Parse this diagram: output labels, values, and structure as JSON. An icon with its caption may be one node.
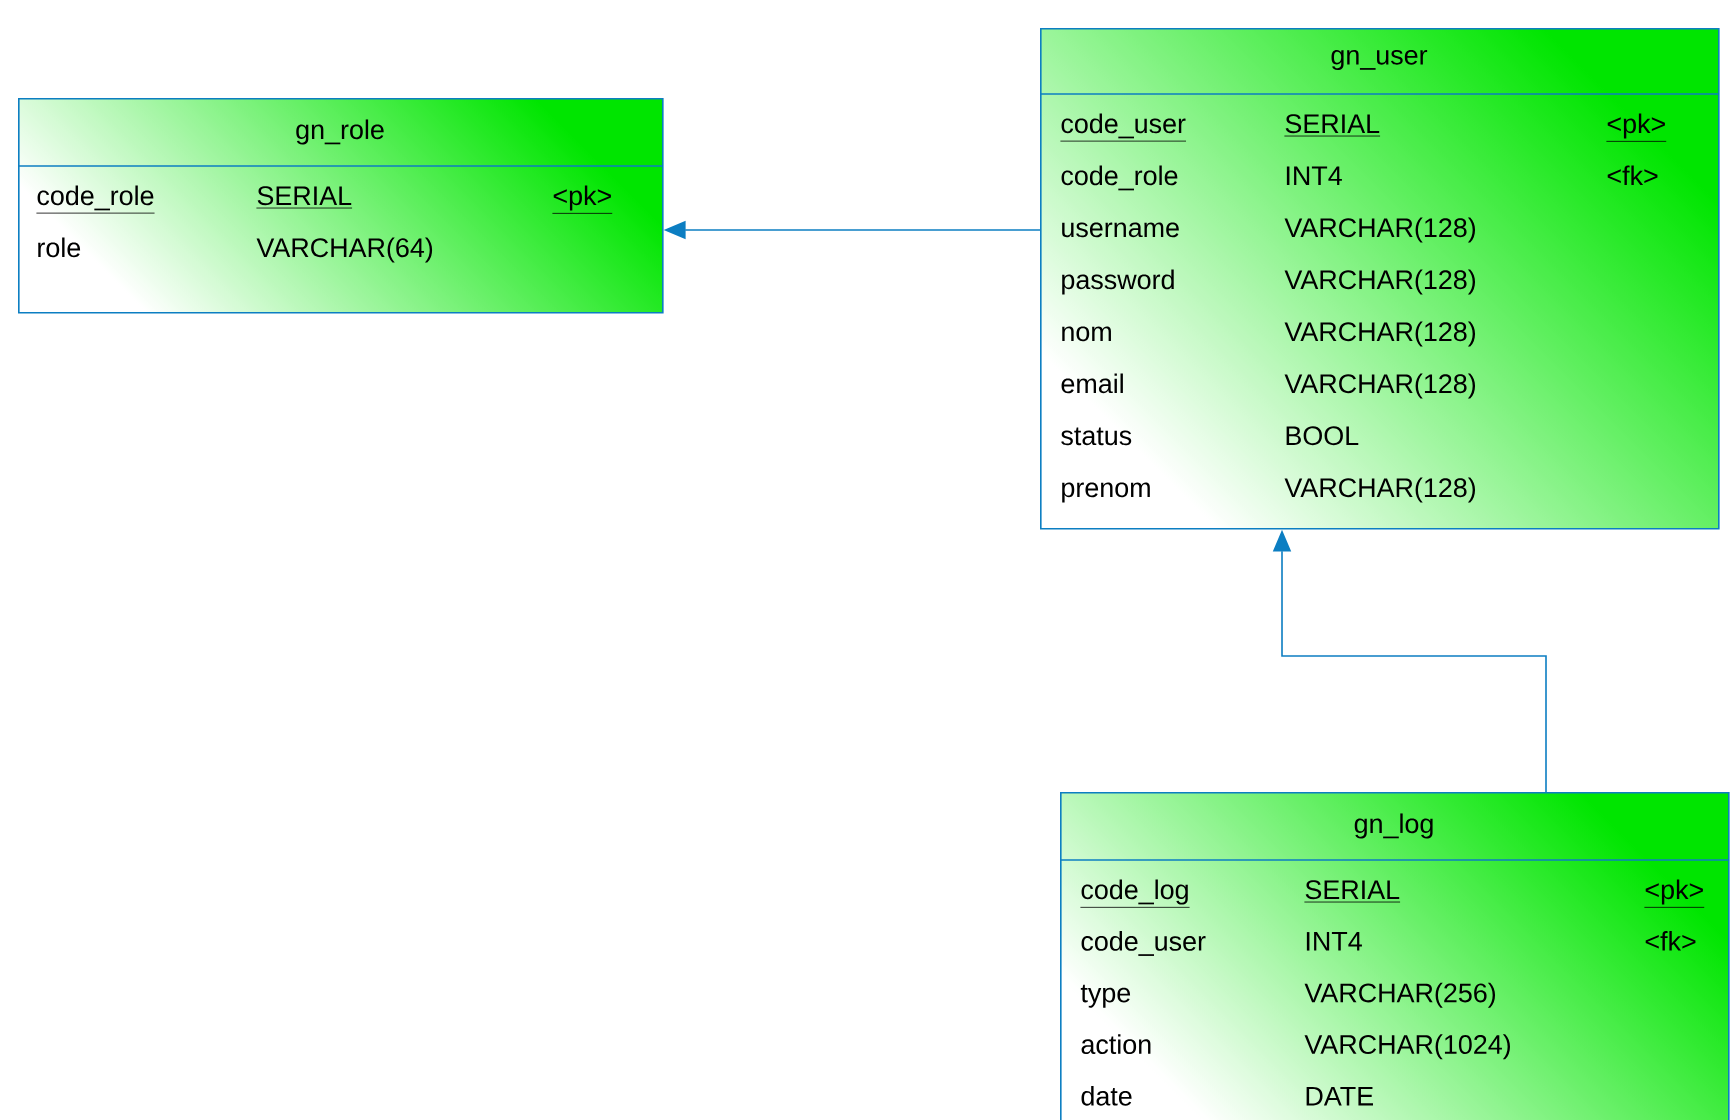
{
  "diagram": {
    "nodes": [
      {
        "text": [
          "gn_role",
          "code_role",
          "SERIAL",
          "<pk>",
          "role",
          "VARCHAR(64)"
        ]
      },
      {
        "text": [
          "gn_user",
          "code_user",
          "SERIAL",
          "<pk>",
          "code_role",
          "INT4",
          "<fk>",
          "username",
          "VARCHAR(128)",
          "password",
          "VARCHAR(128)",
          "nom",
          "VARCHAR(128)",
          "email",
          "VARCHAR(128)",
          "status",
          "BOOL",
          "prenom",
          "VARCHAR(128)"
        ]
      },
      {
        "text": [
          "gn_log",
          "code_log",
          "SERIAL",
          "<pk>",
          "code_user",
          "INT4",
          "<fk>",
          "type",
          "VARCHAR(256)",
          "action",
          "VARCHAR(1024)",
          "date",
          "DATE"
        ]
      }
    ],
    "edges": [
      {
        "from": 1,
        "to": 0,
        "arrow": "to"
      },
      {
        "from": 2,
        "to": 1,
        "arrow": "to"
      }
    ]
  }
}
